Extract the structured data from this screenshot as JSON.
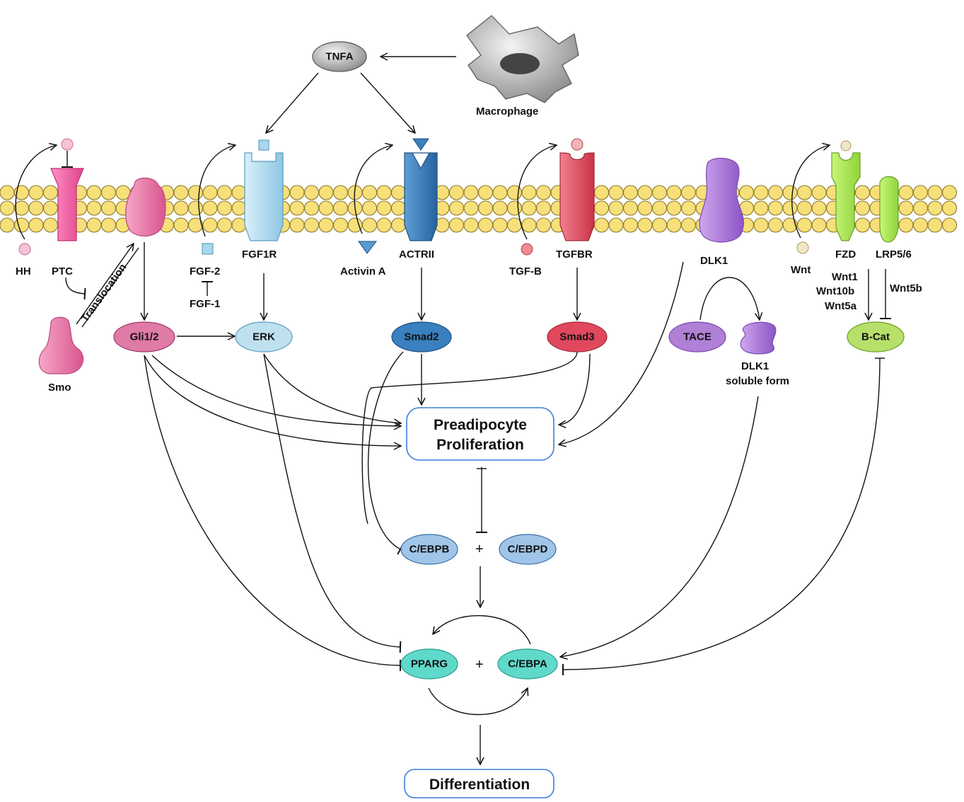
{
  "labels": {
    "tnfa": "TNFA",
    "macrophage": "Macrophage",
    "hh": "HH",
    "ptc": "PTC",
    "smo": "Smo",
    "translocation": "Translocation",
    "fgf2": "FGF-2",
    "fgf1": "FGF-1",
    "fgf1r": "FGF1R",
    "activin_a": "Activin A",
    "actrii": "ACTRII",
    "tgfb": "TGF-B",
    "tgfbr": "TGFBR",
    "dlk1": "DLK1",
    "dlk1_soluble_1": "DLK1",
    "dlk1_soluble_2": "soluble form",
    "wnt": "Wnt",
    "fzd": "FZD",
    "lrp": "LRP5/6",
    "wnt1": "Wnt1",
    "wnt10b": "Wnt10b",
    "wnt5a": "Wnt5a",
    "wnt5b": "Wnt5b",
    "plus_cebp": "+",
    "plus_pparg": "+"
  },
  "nodes": {
    "gli": "Gli1/2",
    "erk": "ERK",
    "smad2": "Smad2",
    "smad3": "Smad3",
    "tace": "TACE",
    "bcat": "B-Cat",
    "cebpb": "C/EBPB",
    "cebpd": "C/EBPD",
    "pparg": "PPARG",
    "cebpa": "C/EBPA"
  },
  "boxes": {
    "proliferation_1": "Preadipocyte",
    "proliferation_2": "Proliferation",
    "differentiation": "Differentiation"
  },
  "colors": {
    "gli": "#e07aa6",
    "erk": "#bfe0ef",
    "smad2": "#3a7fbf",
    "smad3": "#e0485e",
    "tace": "#b07fd6",
    "bcat": "#b7e06a",
    "cebp": "#9fc6e8",
    "pparg": "#5fd9c9",
    "box_border": "#3a7fd6",
    "membrane": "#f7df7a"
  }
}
